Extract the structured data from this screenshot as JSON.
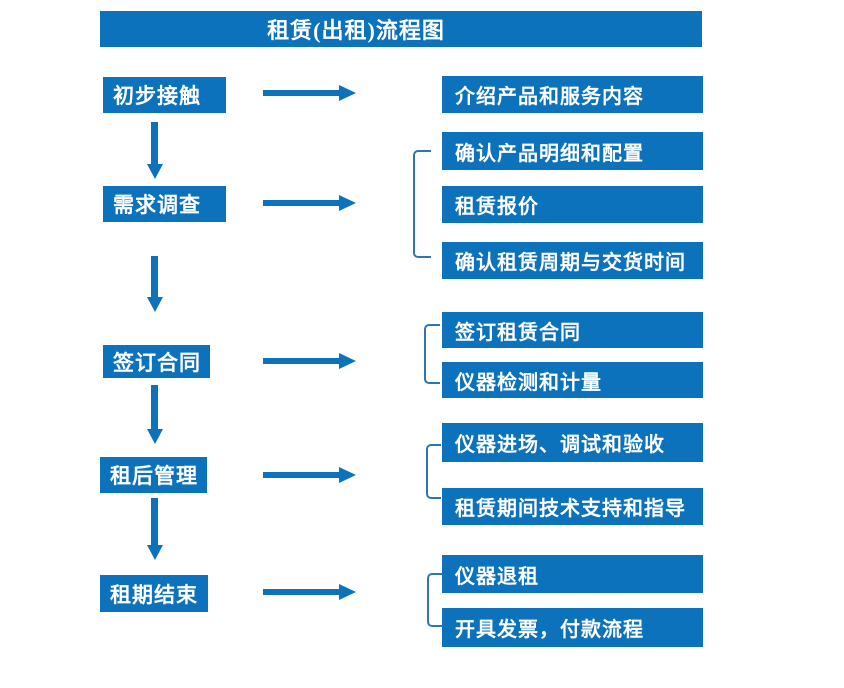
{
  "title": "租赁(出租)流程图",
  "colors": {
    "primary": "#0d72bc",
    "bracket": "#2e75b6",
    "text": "#ffffff"
  },
  "left_steps": [
    "初步接触",
    "需求调查",
    "签订合同",
    "租后管理",
    "租期结束"
  ],
  "details": {
    "initial_contact": [
      "介绍产品和服务内容"
    ],
    "demand_survey": [
      "确认产品明细和配置",
      "租赁报价",
      "确认租赁周期与交货时间"
    ],
    "sign_contract": [
      "签订租赁合同",
      "仪器检测和计量"
    ],
    "post_rental": [
      "仪器进场、调试和验收",
      "租赁期间技术支持和指导"
    ],
    "rental_end": [
      "仪器退租",
      "开具发票，付款流程"
    ]
  }
}
